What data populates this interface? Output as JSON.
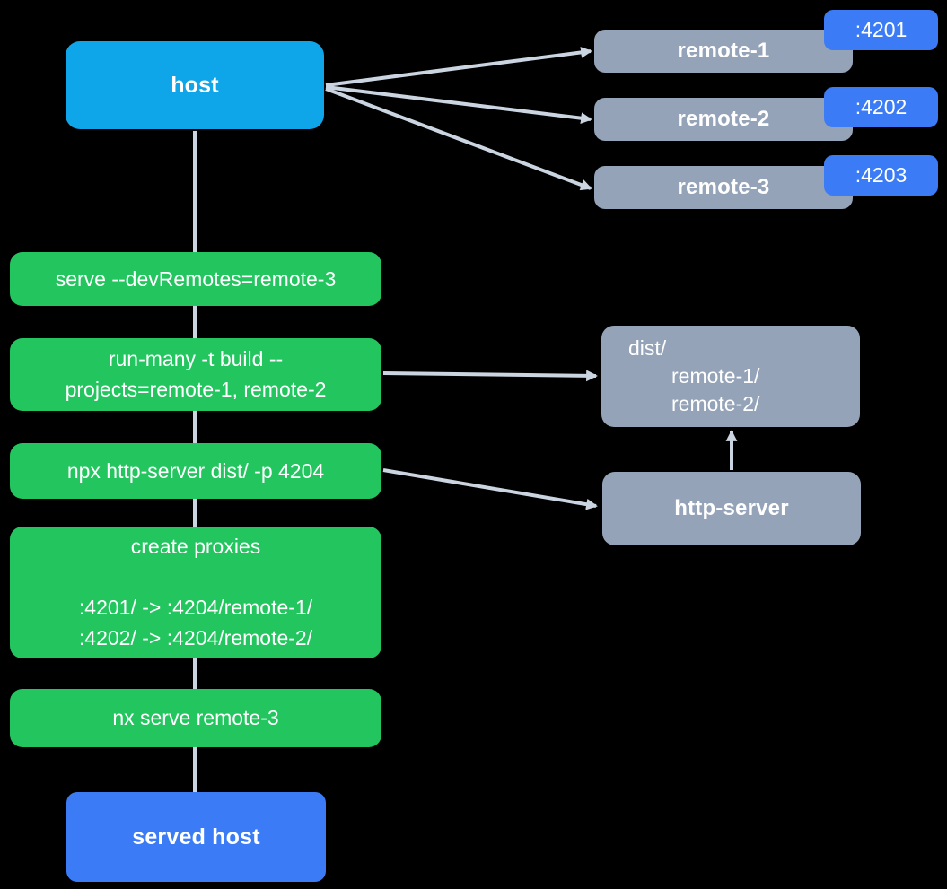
{
  "canvas": {
    "background": "#000000"
  },
  "colors": {
    "host_box": "#0ea5e9",
    "port_badge": "#3b7cf6",
    "served_host_box": "#3b7cf6",
    "remote_box": "#94a3b8",
    "command_box": "#22c55e",
    "arrow": "#cbd5e1",
    "text": "#ffffff"
  },
  "nodes": {
    "host": {
      "label": "host"
    },
    "remotes": [
      {
        "label": "remote-1",
        "port": ":4201"
      },
      {
        "label": "remote-2",
        "port": ":4202"
      },
      {
        "label": "remote-3",
        "port": ":4203"
      }
    ],
    "commands": [
      {
        "lines": [
          "serve --devRemotes=remote-3"
        ]
      },
      {
        "lines": [
          "run-many -t build --",
          "projects=remote-1, remote-2"
        ]
      },
      {
        "lines": [
          "npx http-server dist/ -p 4204"
        ]
      },
      {
        "lines": [
          "create proxies",
          "",
          ":4201/ -> :4204/remote-1/",
          ":4202/ -> :4204/remote-2/"
        ]
      },
      {
        "lines": [
          "nx serve remote-3"
        ]
      }
    ],
    "dist": {
      "lines": [
        "dist/",
        "remote-1/",
        "remote-2/"
      ]
    },
    "http_server": {
      "label": "http-server"
    },
    "served_host": {
      "label": "served host"
    }
  }
}
